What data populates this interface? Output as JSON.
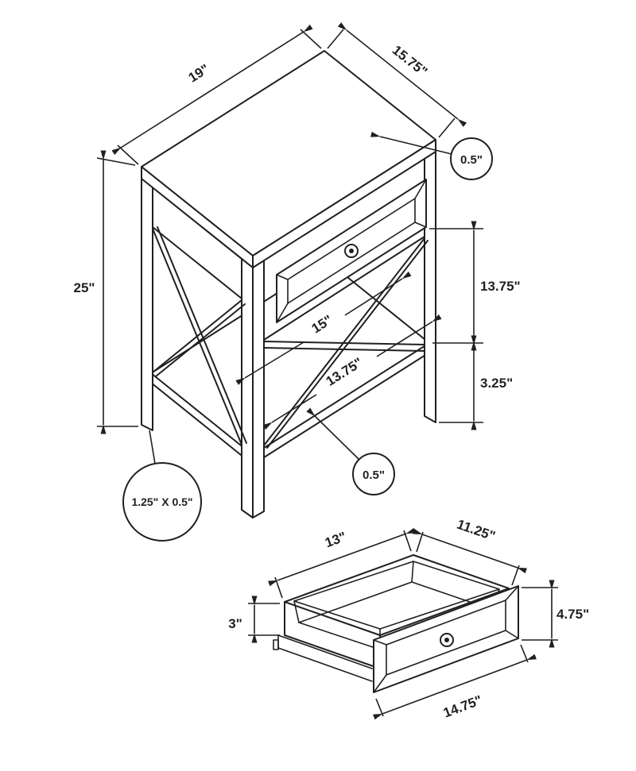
{
  "colors": {
    "line": "#231f20",
    "background": "#ffffff"
  },
  "main_view": {
    "top_width": "19\"",
    "top_depth": "15.75\"",
    "top_thickness": "0.5\"",
    "overall_height": "25\"",
    "opening_height": "13.75\"",
    "shelf_width": "15\"",
    "shelf_depth": "13.75\"",
    "shelf_clearance": "3.25\"",
    "shelf_thickness": "0.5\"",
    "leg_profile": "1.25\" X 0.5\""
  },
  "drawer_view": {
    "interior_width": "13\"",
    "interior_depth": "11.25\"",
    "side_height": "3\"",
    "front_height": "4.75\"",
    "front_width": "14.75\""
  }
}
